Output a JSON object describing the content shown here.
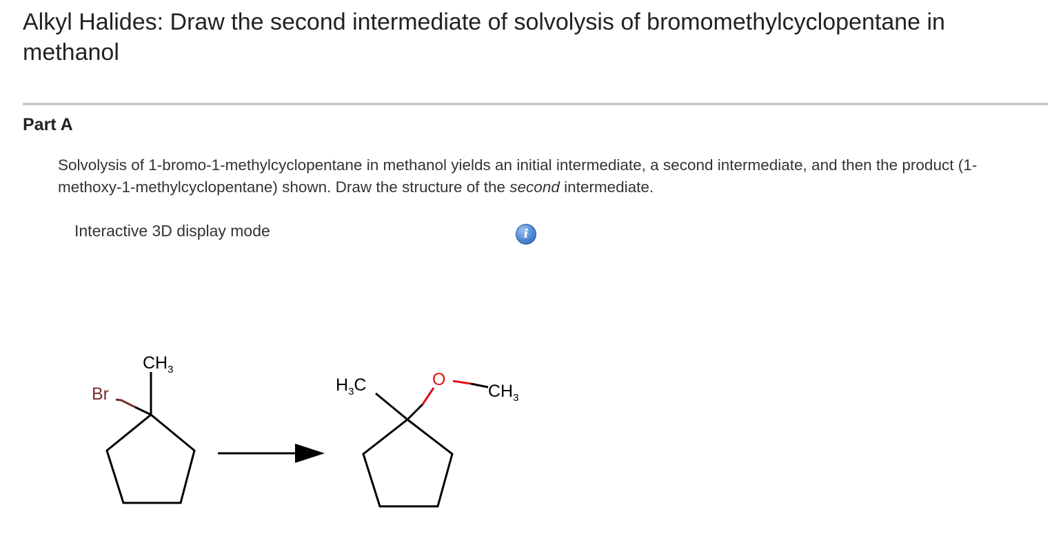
{
  "title": "Alkyl Halides: Draw the second intermediate of solvolysis of bromomethylcyclopentane in methanol",
  "part": {
    "label": "Part A",
    "question_before": "Solvolysis of 1-bromo-1-methylcyclopentane in methanol yields an initial intermediate, a second intermediate, and then the product (1-methoxy-1-methylcyclopentane) shown. Draw the structure of the ",
    "question_emphasis": "second",
    "question_after": " intermediate."
  },
  "display_mode": {
    "label": "Interactive 3D display mode",
    "info_icon": "info-icon",
    "info_glyph": "i"
  },
  "reactant": {
    "bromine_label": "Br",
    "methyl_main": "CH",
    "methyl_sub": "3"
  },
  "product": {
    "methyl_h": "H",
    "methyl_sub": "3",
    "methyl_c": "C",
    "oxygen_label": "O",
    "methoxy_main": "CH",
    "methoxy_sub": "3"
  },
  "colors": {
    "bromine": "#7a2e2e",
    "oxygen": "#e01010",
    "bond": "#000000",
    "info_icon": "#4f86d2"
  }
}
